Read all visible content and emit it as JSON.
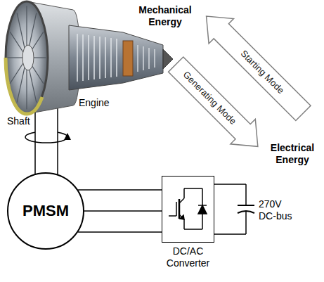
{
  "diagram": {
    "nodes": [
      {
        "text": [
          "Starting Mode"
        ]
      },
      {
        "text": [
          "Generating Mode"
        ]
      },
      {
        "text": [
          "PMSM"
        ]
      },
      {
        "text": [
          "DC/AC Converter"
        ]
      }
    ],
    "edges": [
      {
        "from": 2,
        "to": 3,
        "arrow": "none"
      },
      {
        "from": 2,
        "to": 3,
        "arrow": "none"
      },
      {
        "from": 2,
        "to": 3,
        "arrow": "none"
      }
    ],
    "labels": [
      "Mechanical Energy",
      "Engine",
      "Electrical Energy",
      "Shaft",
      "270V DC-bus"
    ]
  }
}
